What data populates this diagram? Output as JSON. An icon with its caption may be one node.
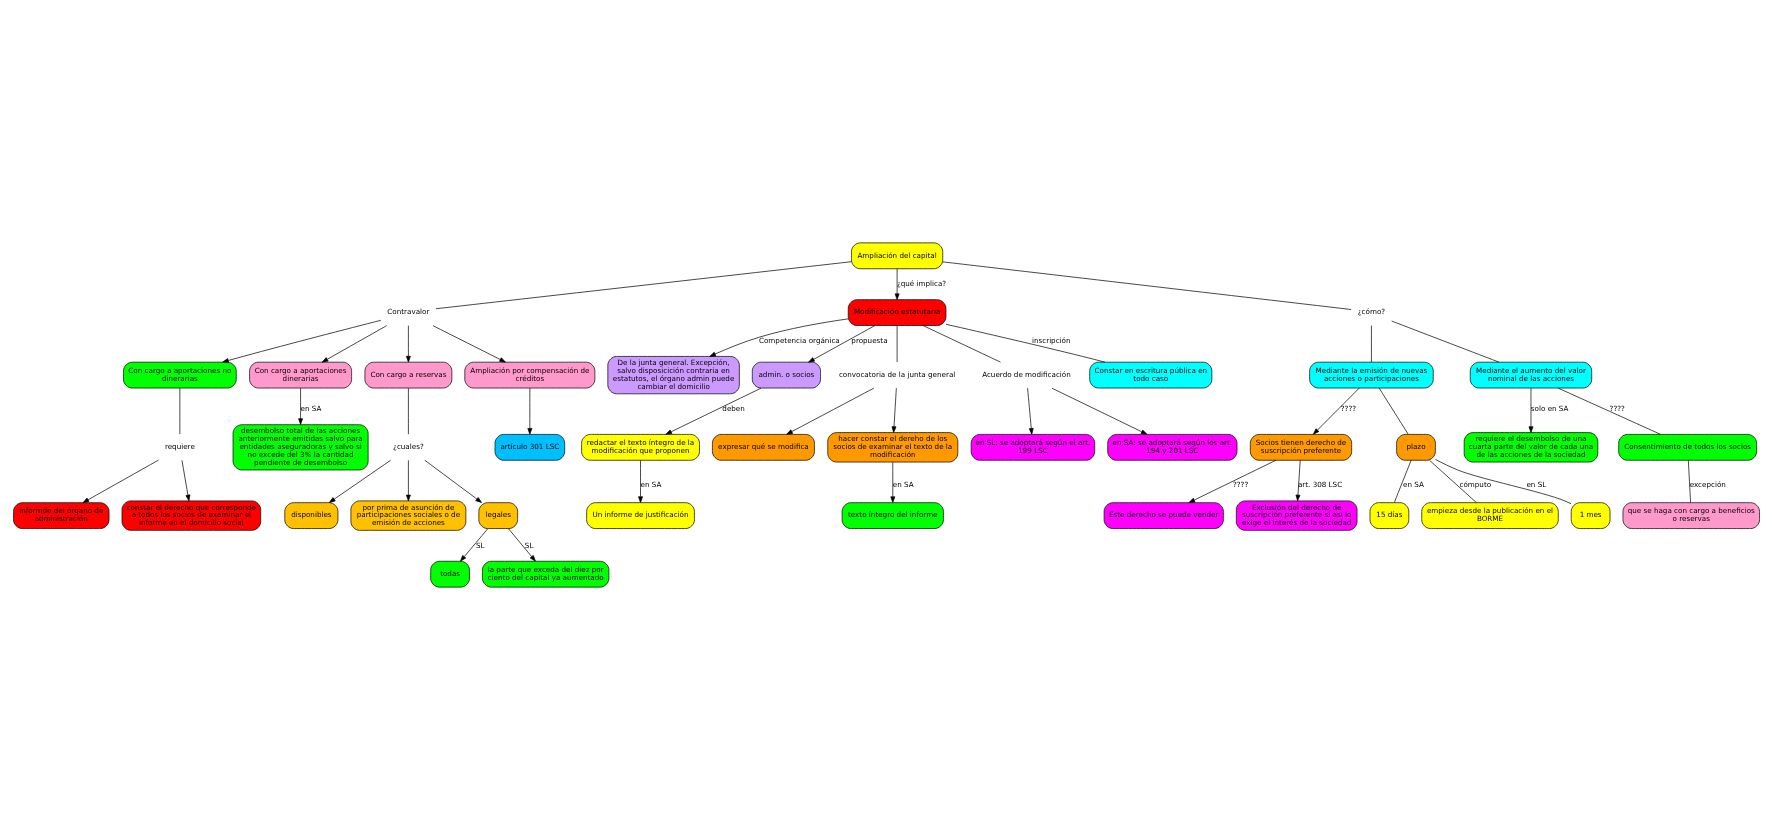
{
  "diagram": {
    "nodes": [
      {
        "text": [
          "Ampliación del capital"
        ]
      },
      {
        "text": [
          "Contravalor"
        ]
      },
      {
        "text": [
          "Con cargo a aportaciones no dinerarias"
        ]
      },
      {
        "text": [
          "requiere"
        ]
      },
      {
        "text": [
          "informde del órgano de administración"
        ]
      },
      {
        "text": [
          "constar el derecho que corresponde a todos los socios de examinar el informe en el domicilio social"
        ]
      },
      {
        "text": [
          "Con cargo a aportaciones dinerarias"
        ]
      },
      {
        "text": [
          "desembolso total de las acciones anteriormente emitidas salvo para entidades aseguradoras y salvo si no excede del 3% la cantidad pendiente de desembolso"
        ]
      },
      {
        "text": [
          "Con cargo a reservas"
        ]
      },
      {
        "text": [
          "¿cuales?"
        ]
      },
      {
        "text": [
          "disponibles"
        ]
      },
      {
        "text": [
          "por prima de asunción de participaciones sociales o de emisión de acciones"
        ]
      },
      {
        "text": [
          "legales"
        ]
      },
      {
        "text": [
          "todas"
        ]
      },
      {
        "text": [
          "la parte que exceda del diez por ciento del capital ya aumentado"
        ]
      },
      {
        "text": [
          "Ampliación por compensación de créditos"
        ]
      },
      {
        "text": [
          "artículo 301 LSC"
        ]
      },
      {
        "text": [
          "Modificación estatutaria"
        ]
      },
      {
        "text": [
          "De la junta general. Excepción, salvo disposicición contraria en estatutos, el órgano admin puede cambiar el domicilio"
        ]
      },
      {
        "text": [
          "admin. o socios"
        ]
      },
      {
        "text": [
          "redactar el texto íntegro de la modificación que proponen"
        ]
      },
      {
        "text": [
          "Un informe de justificación"
        ]
      },
      {
        "text": [
          "convocatoria de la junta general"
        ]
      },
      {
        "text": [
          "expresar qué se modifica"
        ]
      },
      {
        "text": [
          "hacer constar el dereho de los socios de examinar el texto de la modificación"
        ]
      },
      {
        "text": [
          "texto íntegro del informe"
        ]
      },
      {
        "text": [
          "Acuerdo de modificación"
        ]
      },
      {
        "text": [
          "en SL: se adoptará según el art. 199 LSC"
        ]
      },
      {
        "text": [
          "en SA: se adoptará según los art. 194 y 201 LSC"
        ]
      },
      {
        "text": [
          "Constar en escritura pública en todo caso"
        ]
      },
      {
        "text": [
          "¿cómo?"
        ]
      },
      {
        "text": [
          "Mediante la emisión de nuevas acciones o participaciones"
        ]
      },
      {
        "text": [
          "Socios tienen derecho de suscripción preferente"
        ]
      },
      {
        "text": [
          "Este derecho se puede vender"
        ]
      },
      {
        "text": [
          "Exclusión del derecho de suscripción preferente si así lo exige el interés de la sociedad"
        ]
      },
      {
        "text": [
          "plazo"
        ]
      },
      {
        "text": [
          "15 días"
        ]
      },
      {
        "text": [
          "empieza desde la publicación en el BORME"
        ]
      },
      {
        "text": [
          "1 mes"
        ]
      },
      {
        "text": [
          "Mediante el aumento del valor nominal de las acciones"
        ]
      },
      {
        "text": [
          "requiere el desembolso de una cuarta parte del valor de cada una de las acciones de la sociedad"
        ]
      },
      {
        "text": [
          "Consentimiento de todos los socios"
        ]
      },
      {
        "text": [
          "que se haga con cargo a beneficios o reservas"
        ]
      }
    ],
    "edges": [
      {
        "from": 0,
        "to": 1,
        "arrow": "none"
      },
      {
        "from": 1,
        "to": 2,
        "arrow": "to"
      },
      {
        "from": 1,
        "to": 6,
        "arrow": "to"
      },
      {
        "from": 1,
        "to": 8,
        "arrow": "to"
      },
      {
        "from": 1,
        "to": 15,
        "arrow": "to"
      },
      {
        "from": 2,
        "to": 3,
        "arrow": "none"
      },
      {
        "from": 3,
        "to": 4,
        "arrow": "to"
      },
      {
        "from": 3,
        "to": 5,
        "arrow": "to"
      },
      {
        "from": 6,
        "to": 7,
        "arrow": "to",
        "label": "en SA"
      },
      {
        "from": 8,
        "to": 9,
        "arrow": "none"
      },
      {
        "from": 9,
        "to": 10,
        "arrow": "to"
      },
      {
        "from": 9,
        "to": 11,
        "arrow": "to"
      },
      {
        "from": 9,
        "to": 12,
        "arrow": "to"
      },
      {
        "from": 12,
        "to": 13,
        "arrow": "to",
        "label": "SL"
      },
      {
        "from": 12,
        "to": 14,
        "arrow": "to",
        "label": "SL"
      },
      {
        "from": 15,
        "to": 16,
        "arrow": "to"
      },
      {
        "from": 0,
        "to": 17,
        "arrow": "to",
        "label": "¿qué implica?"
      },
      {
        "from": 17,
        "to": 18,
        "arrow": "to",
        "label": "Competencia orgánica"
      },
      {
        "from": 17,
        "to": 19,
        "arrow": "to",
        "label": "propuesta"
      },
      {
        "from": 19,
        "to": 20,
        "arrow": "to",
        "label": "deben"
      },
      {
        "from": 20,
        "to": 21,
        "arrow": "to",
        "label": "en SA"
      },
      {
        "from": 17,
        "to": 22,
        "arrow": "none"
      },
      {
        "from": 22,
        "to": 23,
        "arrow": "to"
      },
      {
        "from": 22,
        "to": 24,
        "arrow": "to"
      },
      {
        "from": 24,
        "to": 25,
        "arrow": "to",
        "label": "en SA"
      },
      {
        "from": 17,
        "to": 26,
        "arrow": "none"
      },
      {
        "from": 26,
        "to": 27,
        "arrow": "to"
      },
      {
        "from": 26,
        "to": 28,
        "arrow": "to"
      },
      {
        "from": 17,
        "to": 29,
        "arrow": "none",
        "label": "inscripción"
      },
      {
        "from": 0,
        "to": 30,
        "arrow": "none"
      },
      {
        "from": 30,
        "to": 31,
        "arrow": "none"
      },
      {
        "from": 30,
        "to": 39,
        "arrow": "none"
      },
      {
        "from": 31,
        "to": 32,
        "arrow": "to",
        "label": "????"
      },
      {
        "from": 32,
        "to": 33,
        "arrow": "to",
        "label": "????"
      },
      {
        "from": 32,
        "to": 34,
        "arrow": "to",
        "label": "art. 308 LSC"
      },
      {
        "from": 31,
        "to": 35,
        "arrow": "none"
      },
      {
        "from": 35,
        "to": 36,
        "arrow": "none",
        "label": "en SA"
      },
      {
        "from": 35,
        "to": 37,
        "arrow": "none",
        "label": "cómputo"
      },
      {
        "from": 35,
        "to": 38,
        "arrow": "none",
        "label": "en SL"
      },
      {
        "from": 39,
        "to": 40,
        "arrow": "to",
        "label": "solo en SA"
      },
      {
        "from": 39,
        "to": 41,
        "arrow": "none",
        "label": "????"
      },
      {
        "from": 41,
        "to": 42,
        "arrow": "none",
        "label": "excepción"
      }
    ]
  }
}
